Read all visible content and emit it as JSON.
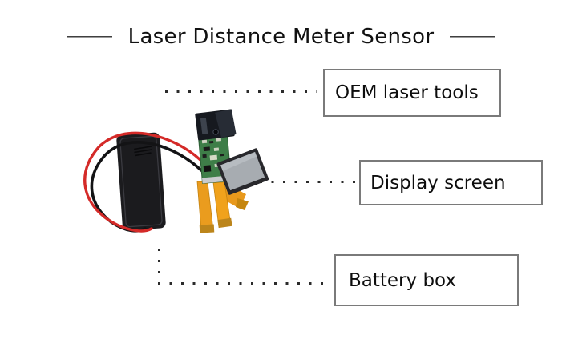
{
  "title": {
    "text": "Laser Distance Meter Sensor"
  },
  "callouts": [
    {
      "id": "oem",
      "label": "OEM laser tools"
    },
    {
      "id": "display",
      "label": "Display screen"
    },
    {
      "id": "battery",
      "label": "Battery box"
    }
  ],
  "colors": {
    "background": "#ffffff",
    "text": "#111111",
    "label_box_border": "#7a7a7a",
    "dotted_line": "#2b2b2b",
    "title_rule": "#4f4f4f",
    "battery_box_black": "#1b1b1e",
    "pcb_green": "#3e7e48",
    "lcd_screen_gray": "#a7acb1",
    "flex_cable_orange": "#ea9c1e",
    "wire_red": "#d42a28",
    "wire_black": "#131315"
  }
}
